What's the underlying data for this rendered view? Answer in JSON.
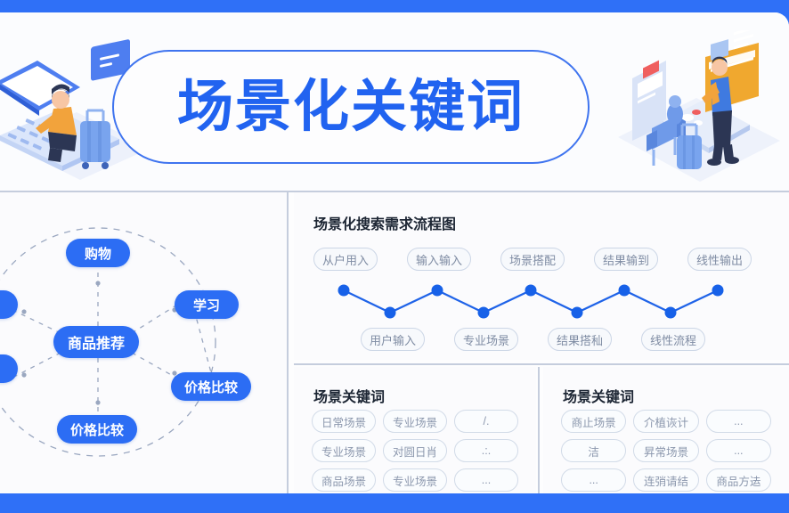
{
  "header": {
    "title": "场景化关键词",
    "illustration_left": "person-on-laptop-with-suitcase-illustration",
    "illustration_right": "person-at-desk-with-browser-windows-illustration"
  },
  "theme": {
    "brand_blue": "#2f70f7",
    "title_blue": "#2163f0",
    "node_blue": "#2c6df4",
    "chip_text": "#7f8ca3",
    "tag_text": "#8b97ad",
    "panel_bg": "#fbfbfd",
    "divider": "#c5cddd"
  },
  "mindmap": {
    "title": "",
    "center": {
      "label": "商品推荐"
    },
    "nodes": [
      {
        "label": "购物",
        "pos": "top"
      },
      {
        "label": "学习",
        "pos": "right-upper"
      },
      {
        "label": "价格比较",
        "pos": "right-lower"
      },
      {
        "label": "价格比较",
        "pos": "bottom"
      },
      {
        "label": "",
        "pos": "left-upper-cropped"
      },
      {
        "label": "",
        "pos": "left-lower-cropped"
      }
    ]
  },
  "flow": {
    "title": "场景化搜索需求流程图",
    "top_chips": [
      "从户用入",
      "输入输入",
      "场景搭配",
      "结果输到",
      "线性输出"
    ],
    "bottom_chips": [
      "用户输入",
      "专业场景",
      "结果搭秈",
      "线性流程"
    ],
    "points": 9
  },
  "keywords_a": {
    "title": "场景关键词",
    "tags": [
      "日常场景",
      "专业场景",
      "/.",
      "专业场景",
      "对圆日肖",
      ".:.",
      "商品场景",
      "专业场景",
      "..."
    ]
  },
  "keywords_b": {
    "title": "场景关键词",
    "tags": [
      "商止场景",
      "介植诙计",
      "...",
      "洁",
      "昇常场景",
      "...",
      "...",
      "连弰请结",
      "商品方迲"
    ]
  }
}
